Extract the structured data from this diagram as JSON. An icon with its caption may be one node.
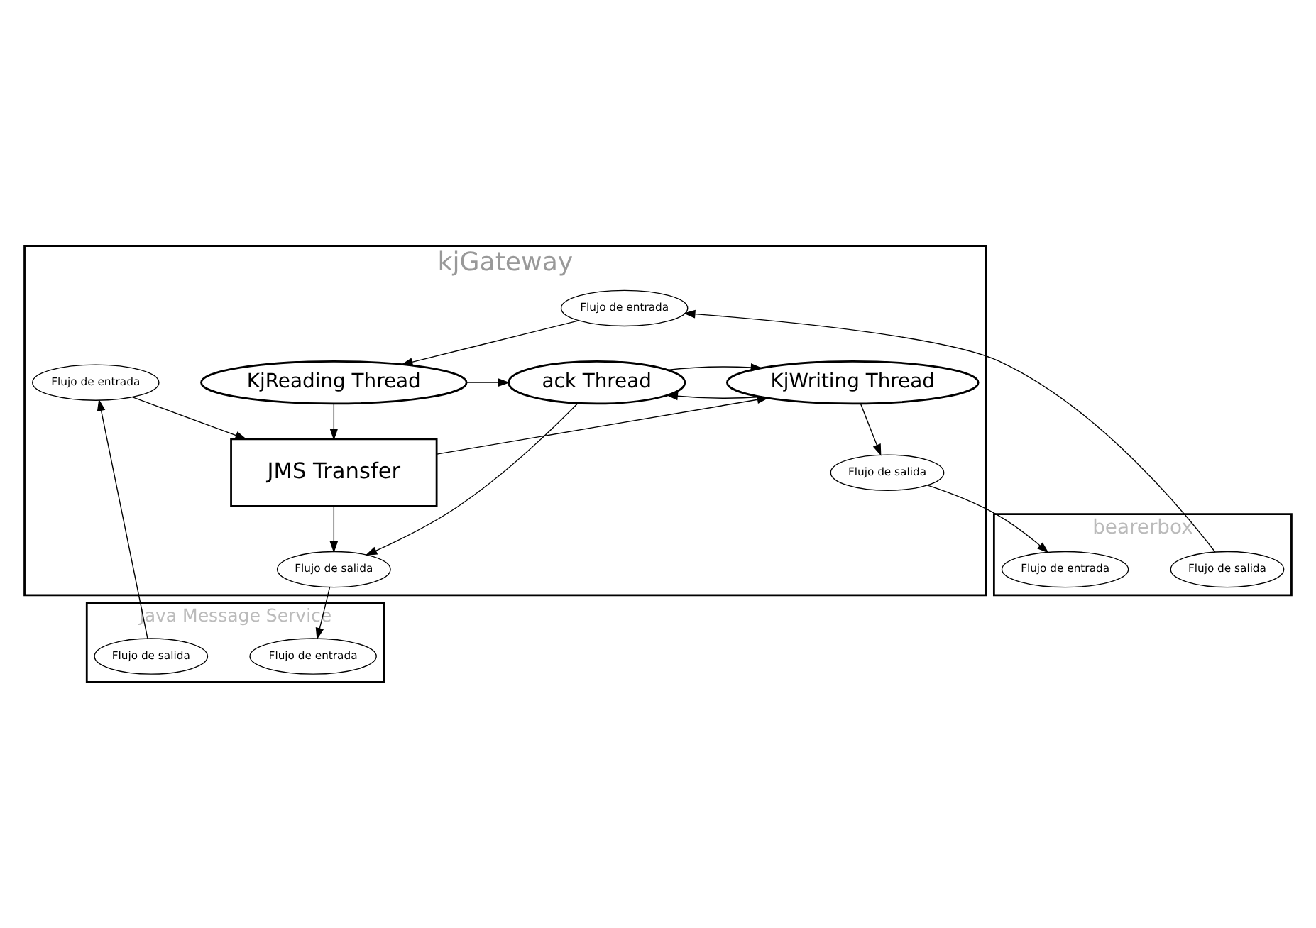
{
  "diagram": {
    "nodes": [
      {
        "text": [
          "bearerbox"
        ]
      },
      {
        "text": [
          "Flujo de entrada"
        ],
        "in": 0
      },
      {
        "text": [
          "Flujo de salida"
        ],
        "in": 0
      },
      {
        "text": [
          "kjGateway"
        ]
      },
      {
        "text": [
          "Flujo de salida"
        ],
        "in": 3
      },
      {
        "text": [
          "Flujo de entrada"
        ],
        "in": 3
      },
      {
        "text": [
          "KjWriting Thread"
        ],
        "in": 3
      },
      {
        "text": [
          "ack Thread"
        ],
        "in": 3
      },
      {
        "text": [
          "KjReading Thread"
        ],
        "in": 3
      },
      {
        "text": [
          "JMS Transfer"
        ],
        "in": 3
      },
      {
        "text": [
          "Flujo de salida"
        ],
        "in": 3
      },
      {
        "text": [
          "Flujo de entrada"
        ],
        "in": 3
      },
      {
        "text": [
          "Java Message Service"
        ]
      },
      {
        "text": [
          "Flujo de entrada"
        ],
        "in": 12
      },
      {
        "text": [
          "Flujo de salida"
        ],
        "in": 12
      }
    ],
    "edges": [
      {
        "from": 4,
        "to": 1,
        "arrow": "to"
      },
      {
        "from": 2,
        "to": 5,
        "arrow": "to"
      },
      {
        "from": 6,
        "to": 4,
        "arrow": "to"
      },
      {
        "from": 5,
        "to": 8,
        "arrow": "to"
      },
      {
        "from": 6,
        "to": 7,
        "arrow": "to"
      },
      {
        "from": 8,
        "to": 7,
        "arrow": "to"
      },
      {
        "from": 7,
        "to": 6,
        "arrow": "to"
      },
      {
        "from": 7,
        "to": 10,
        "arrow": "to"
      },
      {
        "from": 9,
        "to": 6,
        "arrow": "to"
      },
      {
        "from": 9,
        "to": 10,
        "arrow": "to"
      },
      {
        "from": 8,
        "to": 9,
        "arrow": "to"
      },
      {
        "from": 11,
        "to": 9,
        "arrow": "to"
      },
      {
        "from": 10,
        "to": 13,
        "arrow": "to"
      },
      {
        "from": 14,
        "to": 11,
        "arrow": "to"
      }
    ]
  }
}
